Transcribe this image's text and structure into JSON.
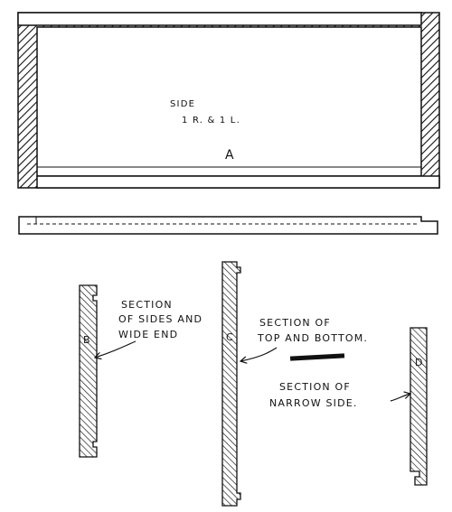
{
  "panel_a": {
    "side_label": "SIDE",
    "count_label": "1 R. & 1 L.",
    "letter": "A"
  },
  "section_b": {
    "letter": "B",
    "caption_line1": "SECTION",
    "caption_line2": "OF SIDES AND",
    "caption_line3": "WIDE END"
  },
  "section_c": {
    "letter": "C",
    "caption_line1": "SECTION OF",
    "caption_line2": "TOP AND BOTTOM."
  },
  "section_d": {
    "letter": "D",
    "caption_line1": "SECTION OF",
    "caption_line2": "NARROW SIDE."
  }
}
